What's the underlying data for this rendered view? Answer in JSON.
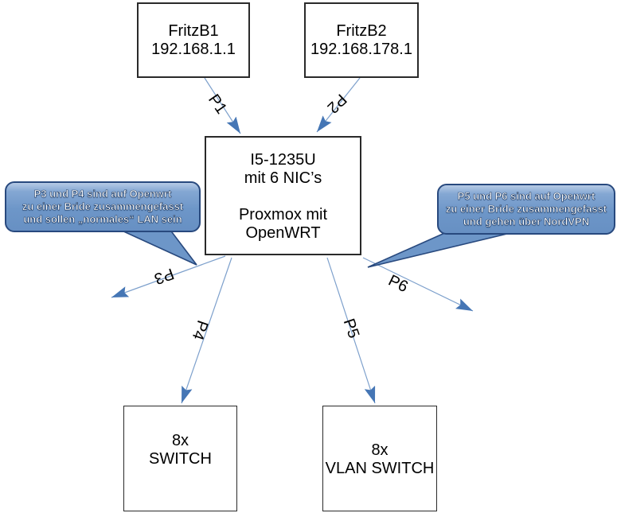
{
  "diagram": {
    "nodes": {
      "fritzb1": {
        "line1": "FritzB1",
        "line2": "192.168.1.1"
      },
      "fritzb2": {
        "line1": "FritzB2",
        "line2": "192.168.178.1"
      },
      "router": {
        "line1": "I5-1235U",
        "line2": "mit 6 NIC’s",
        "line3": "Proxmox mit",
        "line4": "OpenWRT"
      },
      "switch8": {
        "line1": "8x",
        "line2": "SWITCH"
      },
      "vlan_switch": {
        "line1": "8x",
        "line2": "VLAN SWITCH"
      }
    },
    "ports": {
      "p1": "P1",
      "p2": "P2",
      "p3": "P3",
      "p4": "P4",
      "p5": "P5",
      "p6": "P6"
    },
    "callouts": {
      "left": {
        "line1": "P3 und P4 sind auf Openwrt",
        "line2": "zu einer Bride zusammengefasst",
        "line3": "und sollen „normales“ LAN sein"
      },
      "right": {
        "line1": "P5 und P6 sind auf Openwrt",
        "line2": "zu einer Bride zusammengefasst",
        "line3": "und gehen über NordVPN"
      }
    },
    "colors": {
      "box_border": "#2a2a2a",
      "arrow_line": "#7da0cc",
      "arrow_head": "#4576b5",
      "callout_fill": "#6d96c8",
      "callout_border": "#28497e",
      "callout_text": "#ffffff",
      "label_text": "#000000"
    }
  }
}
